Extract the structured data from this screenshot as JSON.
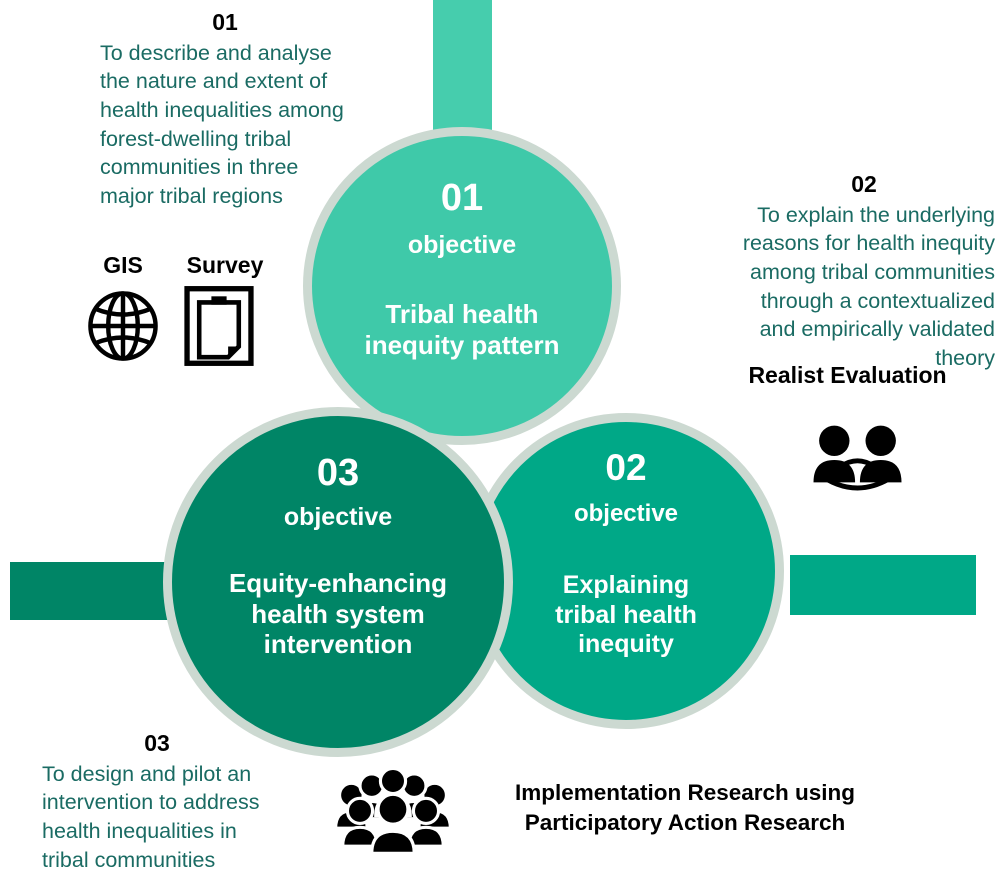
{
  "figure": {
    "type": "three-objective-circle-diagram",
    "colors": {
      "circle_01": "#3fc9a9",
      "circle_02": "#00a887",
      "circle_03": "#008566",
      "ring": "#ccd9d1",
      "ribbon_top": "#46cdad",
      "ribbon_left": "#008566",
      "ribbon_right": "#00a887",
      "description_text": "#1a6b63",
      "label_text": "#000000",
      "circle_text": "#ffffff"
    }
  },
  "circles": [
    {
      "number": "01",
      "subtitle": "objective",
      "body": "Tribal health\ninequity pattern",
      "body_lines": [
        "Tribal health",
        "inequity pattern"
      ]
    },
    {
      "number": "02",
      "subtitle": "objective",
      "body": "Explaining\ntribal health\ninequity",
      "body_lines": [
        "Explaining",
        "tribal health",
        "inequity"
      ]
    },
    {
      "number": "03",
      "subtitle": "objective",
      "body": "Equity-enhancing\nhealth system\nintervention",
      "body_lines": [
        "Equity-enhancing",
        "health system",
        "intervention"
      ]
    }
  ],
  "descriptions": [
    {
      "number": "01",
      "text": "To describe and analyse the nature and extent of health inequalities among forest-dwelling tribal communities in three major tribal regions"
    },
    {
      "number": "02",
      "text": "To explain the underlying reasons for health inequity among tribal communities through a contextualized and empirically validated theory"
    },
    {
      "number": "03",
      "text": "To design and pilot an intervention to address health inequalities in tribal communities"
    }
  ],
  "methods": {
    "objective_01_gis": "GIS",
    "objective_01_survey": "Survey",
    "objective_02": "Realist Evaluation",
    "objective_03": "Implementation Research using Participatory Action Research"
  },
  "icons": {
    "globe": "globe-icon",
    "clipboard": "clipboard-icon",
    "two_people": "two-people-icon",
    "crowd": "crowd-icon"
  }
}
